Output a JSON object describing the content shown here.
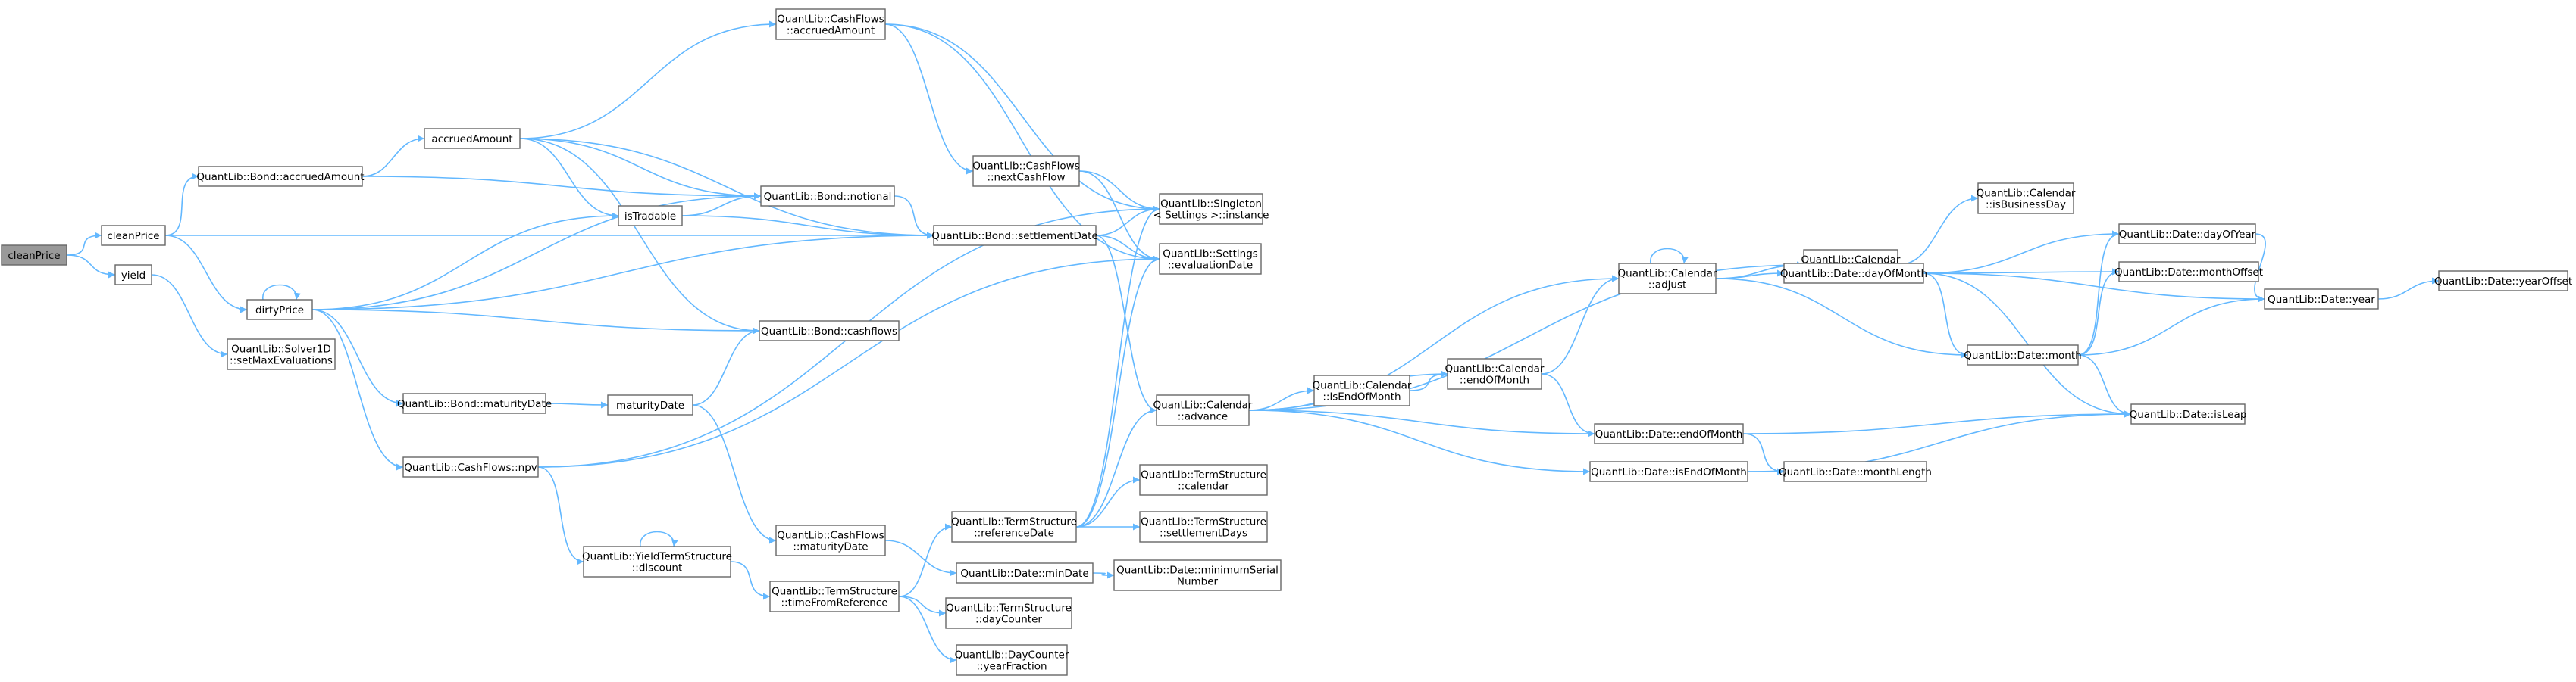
{
  "colors": {
    "edge": "#63b8ff",
    "node_fill": "#ffffff",
    "node_border": "#666666",
    "root_fill": "#999999",
    "text": "#000000"
  },
  "nodes": [
    {
      "id": "cleanPrice_root",
      "lines": [
        "cleanPrice"
      ],
      "root": true
    },
    {
      "id": "cleanPrice",
      "lines": [
        "cleanPrice"
      ]
    },
    {
      "id": "yield",
      "lines": [
        "yield"
      ]
    },
    {
      "id": "bond_accruedAmount",
      "lines": [
        "QuantLib::Bond::accruedAmount"
      ]
    },
    {
      "id": "dirtyPrice",
      "lines": [
        "dirtyPrice"
      ]
    },
    {
      "id": "solver_setMax",
      "lines": [
        "QuantLib::Solver1D",
        "::setMaxEvaluations"
      ]
    },
    {
      "id": "accruedAmount",
      "lines": [
        "accruedAmount"
      ]
    },
    {
      "id": "bond_maturityDate",
      "lines": [
        "QuantLib::Bond::maturityDate"
      ]
    },
    {
      "id": "cf_npv",
      "lines": [
        "QuantLib::CashFlows::npv"
      ]
    },
    {
      "id": "ytsDiscount",
      "lines": [
        "QuantLib::YieldTermStructure",
        "::discount"
      ]
    },
    {
      "id": "isTradable",
      "lines": [
        "isTradable"
      ]
    },
    {
      "id": "maturityDate",
      "lines": [
        "maturityDate"
      ]
    },
    {
      "id": "ts_timeFromRef",
      "lines": [
        "QuantLib::TermStructure",
        "::timeFromReference"
      ]
    },
    {
      "id": "cf_accruedAmount",
      "lines": [
        "QuantLib::CashFlows",
        "::accruedAmount"
      ]
    },
    {
      "id": "bond_notional",
      "lines": [
        "QuantLib::Bond::notional"
      ]
    },
    {
      "id": "bond_cashflows",
      "lines": [
        "QuantLib::Bond::cashflows"
      ]
    },
    {
      "id": "cf_maturityDate",
      "lines": [
        "QuantLib::CashFlows",
        "::maturityDate"
      ]
    },
    {
      "id": "cf_nextCashFlow",
      "lines": [
        "QuantLib::CashFlows",
        "::nextCashFlow"
      ]
    },
    {
      "id": "bond_settlementDate",
      "lines": [
        "QuantLib::Bond::settlementDate"
      ]
    },
    {
      "id": "ts_referenceDate",
      "lines": [
        "QuantLib::TermStructure",
        "::referenceDate"
      ]
    },
    {
      "id": "date_minDate",
      "lines": [
        "QuantLib::Date::minDate"
      ]
    },
    {
      "id": "ts_dayCounter",
      "lines": [
        "QuantLib::TermStructure",
        "::dayCounter"
      ]
    },
    {
      "id": "dc_yearFraction",
      "lines": [
        "QuantLib::DayCounter",
        "::yearFraction"
      ]
    },
    {
      "id": "singleton_instance",
      "lines": [
        "QuantLib::Singleton",
        "< Settings >::instance"
      ]
    },
    {
      "id": "settings_evalDate",
      "lines": [
        "QuantLib::Settings",
        "::evaluationDate"
      ]
    },
    {
      "id": "cal_advance",
      "lines": [
        "QuantLib::Calendar",
        "::advance"
      ]
    },
    {
      "id": "ts_calendar",
      "lines": [
        "QuantLib::TermStructure",
        "::calendar"
      ]
    },
    {
      "id": "ts_settlementDays",
      "lines": [
        "QuantLib::TermStructure",
        "::settlementDays"
      ]
    },
    {
      "id": "date_minSerial",
      "lines": [
        "QuantLib::Date::minimumSerial",
        "Number"
      ]
    },
    {
      "id": "cal_isEndOfMonth",
      "lines": [
        "QuantLib::Calendar",
        "::isEndOfMonth"
      ]
    },
    {
      "id": "cal_endOfMonth",
      "lines": [
        "QuantLib::Calendar",
        "::endOfMonth"
      ]
    },
    {
      "id": "cal_adjust",
      "lines": [
        "QuantLib::Calendar",
        "::adjust"
      ]
    },
    {
      "id": "date_endOfMonth",
      "lines": [
        "QuantLib::Date::endOfMonth"
      ]
    },
    {
      "id": "date_isEndOfMonth",
      "lines": [
        "QuantLib::Date::isEndOfMonth"
      ]
    },
    {
      "id": "cal_isHoliday",
      "lines": [
        "QuantLib::Calendar",
        "::isHoliday"
      ]
    },
    {
      "id": "cal_isBusinessDay",
      "lines": [
        "QuantLib::Calendar",
        "::isBusinessDay"
      ]
    },
    {
      "id": "date_dayOfMonth",
      "lines": [
        "QuantLib::Date::dayOfMonth"
      ]
    },
    {
      "id": "date_monthLength",
      "lines": [
        "QuantLib::Date::monthLength"
      ]
    },
    {
      "id": "date_month",
      "lines": [
        "QuantLib::Date::month"
      ]
    },
    {
      "id": "date_dayOfYear",
      "lines": [
        "QuantLib::Date::dayOfYear"
      ]
    },
    {
      "id": "date_monthOffset",
      "lines": [
        "QuantLib::Date::monthOffset"
      ]
    },
    {
      "id": "date_year",
      "lines": [
        "QuantLib::Date::year"
      ]
    },
    {
      "id": "date_isLeap",
      "lines": [
        "QuantLib::Date::isLeap"
      ]
    },
    {
      "id": "date_yearOffset",
      "lines": [
        "QuantLib::Date::yearOffset"
      ]
    }
  ],
  "edges": [
    [
      "cleanPrice_root",
      "cleanPrice"
    ],
    [
      "cleanPrice_root",
      "yield"
    ],
    [
      "cleanPrice",
      "bond_accruedAmount"
    ],
    [
      "cleanPrice",
      "dirtyPrice"
    ],
    [
      "cleanPrice",
      "bond_settlementDate"
    ],
    [
      "yield",
      "solver_setMax"
    ],
    [
      "bond_accruedAmount",
      "accruedAmount"
    ],
    [
      "bond_accruedAmount",
      "bond_notional"
    ],
    [
      "dirtyPrice",
      "dirtyPrice"
    ],
    [
      "dirtyPrice",
      "bond_maturityDate"
    ],
    [
      "dirtyPrice",
      "cf_npv"
    ],
    [
      "dirtyPrice",
      "isTradable"
    ],
    [
      "dirtyPrice",
      "bond_notional"
    ],
    [
      "dirtyPrice",
      "bond_cashflows"
    ],
    [
      "dirtyPrice",
      "bond_settlementDate"
    ],
    [
      "accruedAmount",
      "cf_accruedAmount"
    ],
    [
      "accruedAmount",
      "isTradable"
    ],
    [
      "accruedAmount",
      "bond_notional"
    ],
    [
      "accruedAmount",
      "bond_cashflows"
    ],
    [
      "accruedAmount",
      "bond_settlementDate"
    ],
    [
      "bond_maturityDate",
      "maturityDate"
    ],
    [
      "maturityDate",
      "bond_cashflows"
    ],
    [
      "maturityDate",
      "cf_maturityDate"
    ],
    [
      "cf_npv",
      "ytsDiscount"
    ],
    [
      "cf_npv",
      "singleton_instance"
    ],
    [
      "cf_npv",
      "settings_evalDate"
    ],
    [
      "ytsDiscount",
      "ytsDiscount"
    ],
    [
      "ytsDiscount",
      "ts_timeFromRef"
    ],
    [
      "isTradable",
      "bond_notional"
    ],
    [
      "isTradable",
      "bond_settlementDate"
    ],
    [
      "ts_timeFromRef",
      "ts_referenceDate"
    ],
    [
      "ts_timeFromRef",
      "ts_dayCounter"
    ],
    [
      "ts_timeFromRef",
      "dc_yearFraction"
    ],
    [
      "cf_accruedAmount",
      "cf_nextCashFlow"
    ],
    [
      "cf_accruedAmount",
      "singleton_instance"
    ],
    [
      "cf_accruedAmount",
      "settings_evalDate"
    ],
    [
      "cf_nextCashFlow",
      "singleton_instance"
    ],
    [
      "cf_nextCashFlow",
      "settings_evalDate"
    ],
    [
      "bond_notional",
      "bond_settlementDate"
    ],
    [
      "bond_settlementDate",
      "singleton_instance"
    ],
    [
      "bond_settlementDate",
      "settings_evalDate"
    ],
    [
      "bond_settlementDate",
      "cal_advance"
    ],
    [
      "cf_maturityDate",
      "date_minDate"
    ],
    [
      "ts_referenceDate",
      "singleton_instance"
    ],
    [
      "ts_referenceDate",
      "settings_evalDate"
    ],
    [
      "ts_referenceDate",
      "cal_advance"
    ],
    [
      "ts_referenceDate",
      "ts_calendar"
    ],
    [
      "ts_referenceDate",
      "ts_settlementDays"
    ],
    [
      "date_minDate",
      "date_minSerial"
    ],
    [
      "cal_advance",
      "cal_isEndOfMonth"
    ],
    [
      "cal_advance",
      "cal_endOfMonth"
    ],
    [
      "cal_advance",
      "cal_adjust"
    ],
    [
      "cal_advance",
      "date_endOfMonth"
    ],
    [
      "cal_advance",
      "date_isEndOfMonth"
    ],
    [
      "cal_advance",
      "cal_isHoliday"
    ],
    [
      "cal_isEndOfMonth",
      "cal_endOfMonth"
    ],
    [
      "cal_endOfMonth",
      "cal_adjust"
    ],
    [
      "cal_endOfMonth",
      "date_endOfMonth"
    ],
    [
      "cal_adjust",
      "cal_adjust"
    ],
    [
      "cal_adjust",
      "cal_isHoliday"
    ],
    [
      "cal_adjust",
      "date_dayOfMonth"
    ],
    [
      "cal_adjust",
      "date_month"
    ],
    [
      "date_endOfMonth",
      "date_monthLength"
    ],
    [
      "date_endOfMonth",
      "date_isLeap"
    ],
    [
      "date_isEndOfMonth",
      "date_monthLength"
    ],
    [
      "date_isEndOfMonth",
      "date_isLeap"
    ],
    [
      "cal_isHoliday",
      "cal_isBusinessDay"
    ],
    [
      "date_dayOfMonth",
      "date_dayOfYear"
    ],
    [
      "date_dayOfMonth",
      "date_monthOffset"
    ],
    [
      "date_dayOfMonth",
      "date_month"
    ],
    [
      "date_dayOfMonth",
      "date_year"
    ],
    [
      "date_dayOfMonth",
      "date_isLeap"
    ],
    [
      "date_month",
      "date_dayOfYear"
    ],
    [
      "date_month",
      "date_monthOffset"
    ],
    [
      "date_month",
      "date_year"
    ],
    [
      "date_month",
      "date_isLeap"
    ],
    [
      "date_dayOfYear",
      "date_year"
    ],
    [
      "date_year",
      "date_yearOffset"
    ]
  ]
}
